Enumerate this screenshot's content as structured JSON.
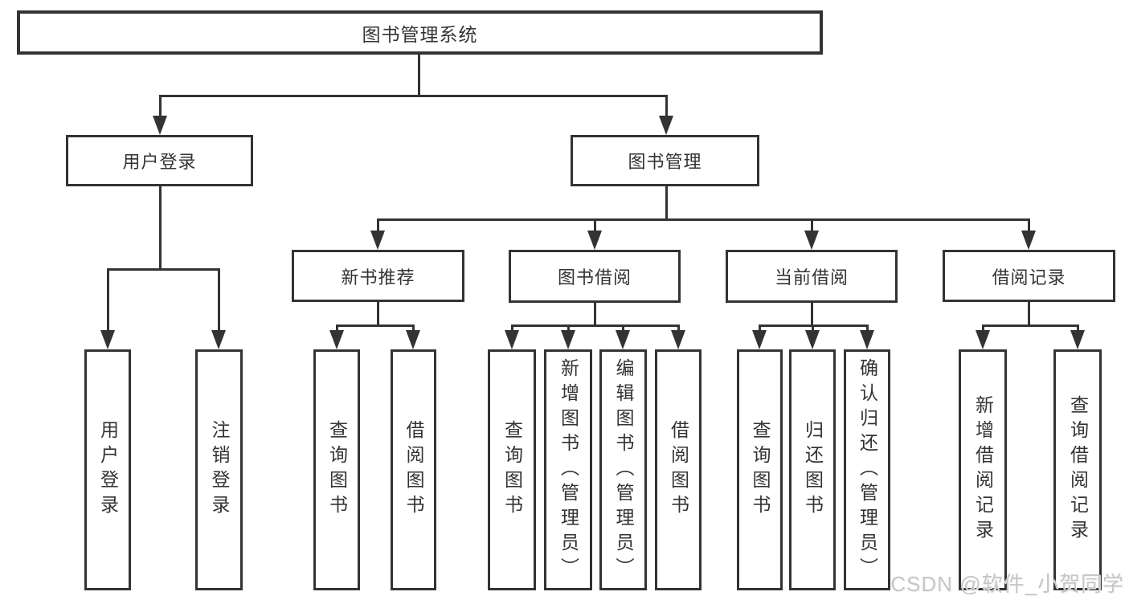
{
  "diagram": {
    "root": {
      "label": "图书管理系统"
    },
    "level2": [
      {
        "label": "用户登录"
      },
      {
        "label": "图书管理"
      }
    ],
    "level3": [
      {
        "label": "新书推荐"
      },
      {
        "label": "图书借阅"
      },
      {
        "label": "当前借阅"
      },
      {
        "label": "借阅记录"
      }
    ],
    "leaves": {
      "user_login": [
        "用户登录",
        "注销登录"
      ],
      "new_book": [
        "查询图书",
        "借阅图书"
      ],
      "book_borrow": [
        "查询图书",
        "新增图书（管理员）",
        "编辑图书（管理员）",
        "借阅图书"
      ],
      "current_borrow": [
        "查询图书",
        "归还图书",
        "确认归还（管理员）"
      ],
      "borrow_record": [
        "新增借阅记录",
        "查询借阅记录"
      ]
    }
  },
  "watermark": {
    "text": "CSDN @软件_小贺同学"
  },
  "colors": {
    "line": "#333333",
    "text": "#333333",
    "watermark": "#c6c6c6",
    "background": "#ffffff"
  }
}
